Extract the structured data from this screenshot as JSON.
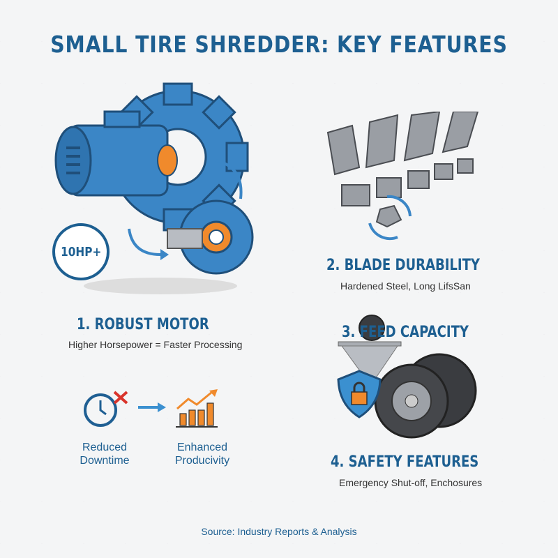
{
  "title": "SMALL TIRE SHREDDER: KEY FEATURES",
  "features": [
    {
      "heading": "1. ROBUST MOTOR",
      "subtitle": "Higher Horsepower = Faster Processing"
    },
    {
      "heading": "2. BLADE DURABILITY",
      "subtitle": "Hardened Steel, Long LifsSan"
    },
    {
      "heading": "3. FEED CAPACITY"
    },
    {
      "heading": "4. SAFETY FEATURES",
      "subtitle": "Emergency Shut-off, Enchosures"
    }
  ],
  "motor_badge": "10HP+",
  "benefits": [
    {
      "label": "Reduced Downtime",
      "icon": "clock-cross-icon"
    },
    {
      "label": "Enhanced Producivity",
      "icon": "bar-chart-growth-icon"
    }
  ],
  "source": "Source: Industry Reports & Analysis",
  "colors": {
    "primary": "#1d5f91",
    "gear_blue": "#3b86c6",
    "accent_orange": "#f08a2c",
    "red_cross": "#d9342b"
  }
}
